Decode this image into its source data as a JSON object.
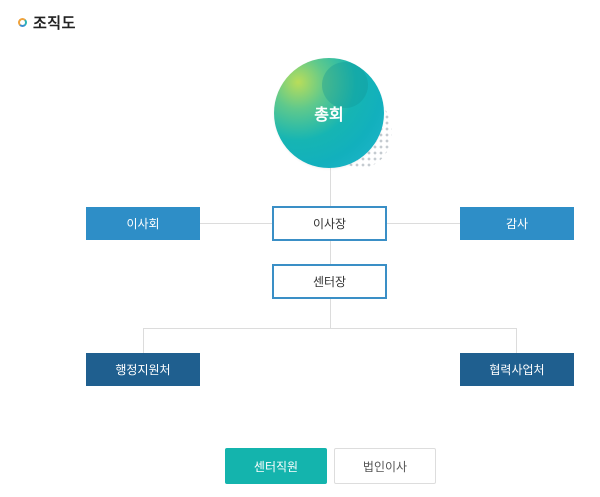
{
  "header": {
    "title": "조직도",
    "icon": "ring-icon"
  },
  "org": {
    "top": "총회",
    "chairman": "이사장",
    "board": "이사회",
    "audit": "감사",
    "director": "센터장",
    "admin": "행정지원처",
    "cooperation": "협력사업처"
  },
  "tabs": [
    {
      "label": "센터직원",
      "active": true
    },
    {
      "label": "법인이사",
      "active": false
    }
  ],
  "colors": {
    "blue": "#2e8ec7",
    "navy": "#1f5f8f",
    "teal": "#14b4ad",
    "outline": "#3a8fc6"
  }
}
